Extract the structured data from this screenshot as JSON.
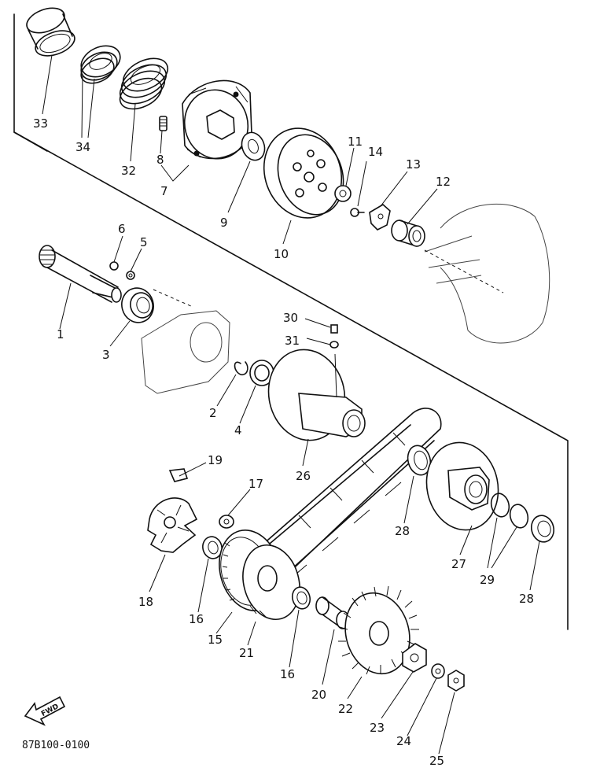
{
  "diagram": {
    "drawing_code": "87B100-0100",
    "fwd_label": "FWD",
    "labels": {
      "p1": "1",
      "p2": "2",
      "p3": "3",
      "p4": "4",
      "p5": "5",
      "p6": "6",
      "p7": "7",
      "p8": "8",
      "p9": "9",
      "p10": "10",
      "p11": "11",
      "p12": "12",
      "p13": "13",
      "p14": "14",
      "p15": "15",
      "p16a": "16",
      "p16b": "16",
      "p17": "17",
      "p18": "18",
      "p19": "19",
      "p20": "20",
      "p21": "21",
      "p22": "22",
      "p23": "23",
      "p24": "24",
      "p25": "25",
      "p26": "26",
      "p27": "27",
      "p28a": "28",
      "p28b": "28",
      "p29": "29",
      "p30": "30",
      "p31": "31",
      "p32": "32",
      "p33": "33",
      "p34": "34"
    }
  }
}
